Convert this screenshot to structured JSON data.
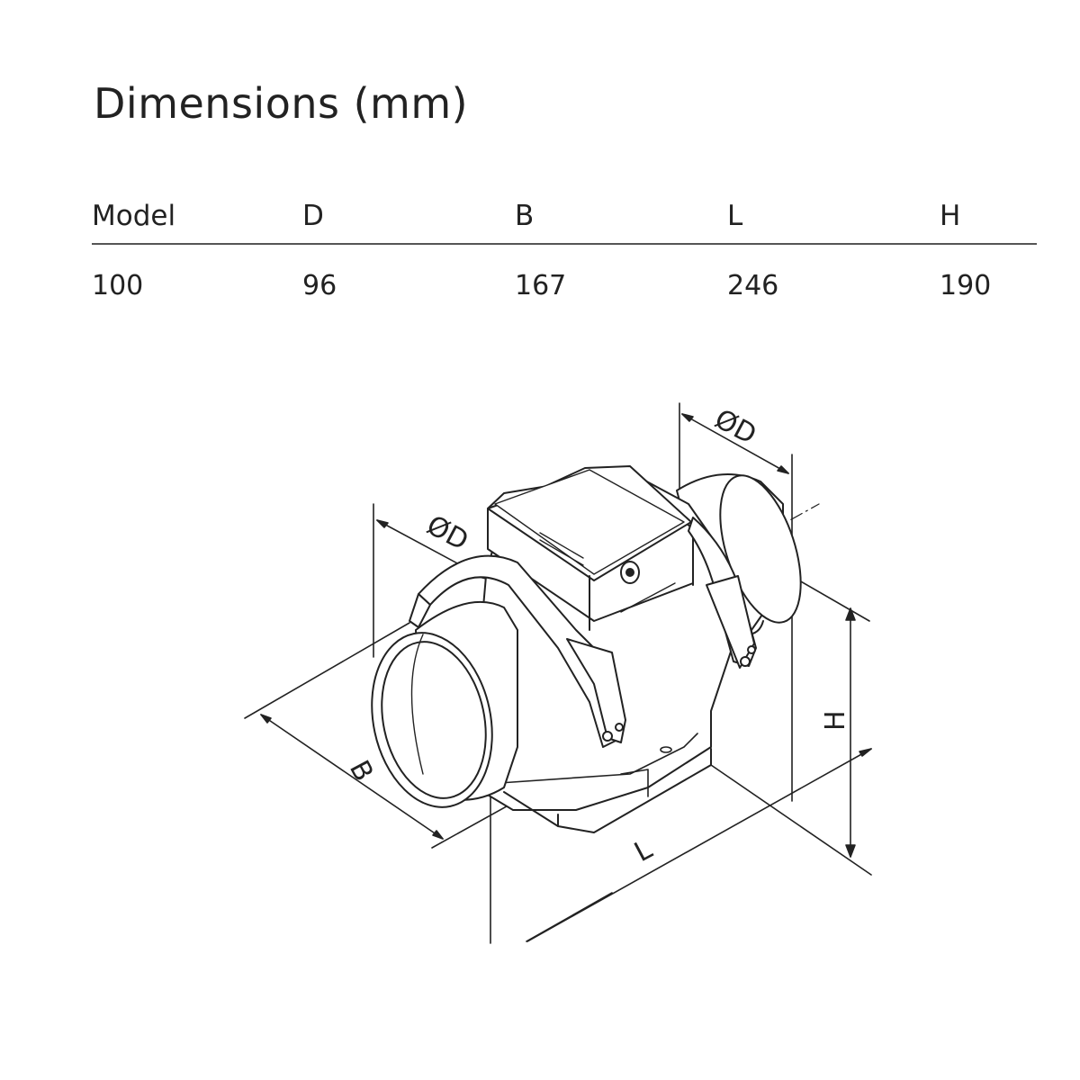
{
  "title": "Dimensions (mm)",
  "table": {
    "headers": [
      "Model",
      "D",
      "B",
      "L",
      "H"
    ],
    "rows": [
      [
        "100",
        "96",
        "167",
        "246",
        "190"
      ]
    ]
  },
  "drawing": {
    "labels": {
      "diameter_front": "ØD",
      "diameter_rear": "ØD",
      "width": "B",
      "length": "L",
      "height": "H"
    }
  }
}
